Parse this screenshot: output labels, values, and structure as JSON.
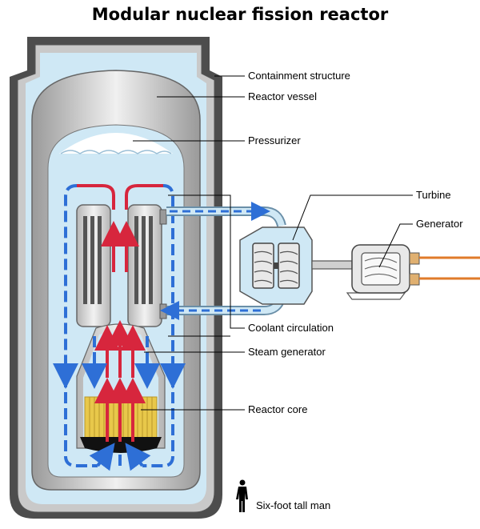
{
  "title": "Modular nuclear fission reactor",
  "labels": {
    "containment": "Containment structure",
    "vessel": "Reactor vessel",
    "pressurizer": "Pressurizer",
    "turbine": "Turbine",
    "generator": "Generator",
    "coolant": "Coolant circulation",
    "steam_gen": "Steam generator",
    "core": "Reactor core",
    "man": "Six-foot tall man"
  },
  "colors": {
    "containment_outer": "#4d4d4d",
    "containment_gray": "#c9c9c9",
    "water": "#cfe8f5",
    "hot_flow": "#d7263d",
    "cold_flow": "#2e6fd6",
    "core_fuel": "#e8c84a",
    "power_line": "#e07b2a"
  }
}
